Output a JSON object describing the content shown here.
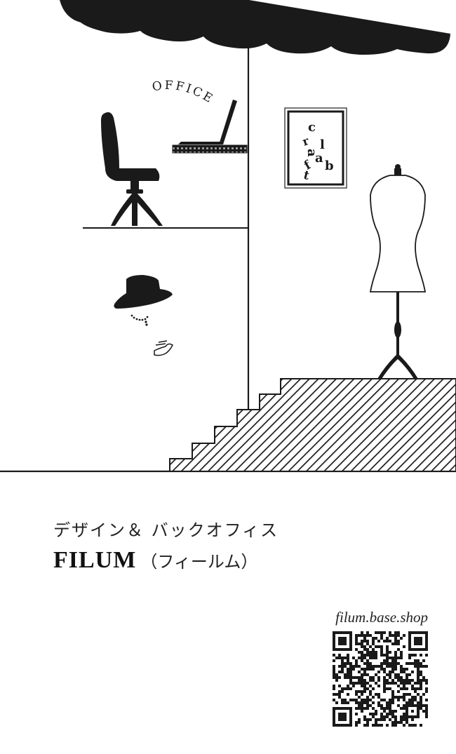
{
  "illustration": {
    "office_sign": "OFFICE",
    "frame_letters": [
      "c",
      "r",
      "a",
      "f",
      "t",
      "l",
      "a",
      "b"
    ],
    "ink_color": "#1a1a1a"
  },
  "card": {
    "subtitle": "デザイン＆ バックオフィス",
    "brand_name": "FILUM",
    "brand_reading": "（フィールム）",
    "shop_url": "filum.base.shop"
  },
  "icons": {
    "qr": "qr-code-icon"
  }
}
